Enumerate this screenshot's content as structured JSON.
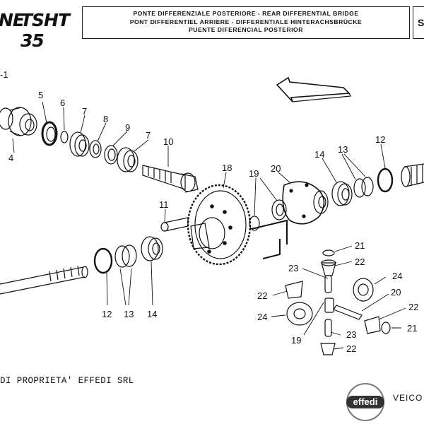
{
  "header": {
    "brand_prefix": "NE",
    "model": "TSHT 35",
    "title_lines": [
      "PONTE DIFFERENZIALE POSTERIORE - REAR DIFFERENTIAL BRIDGE",
      "PONT DIFFERENTIEL ARRIERE - DIFFERENTIALE HINTERACHSBRÜCKE",
      "PUENTE DIFERENCIAL POSTERIOR"
    ],
    "page_ref": "S"
  },
  "callouts": [
    {
      "id": "c-1",
      "label": "-1"
    },
    {
      "id": "c-5",
      "label": "5"
    },
    {
      "id": "c-6",
      "label": "6"
    },
    {
      "id": "c-7a",
      "label": "7"
    },
    {
      "id": "c-8",
      "label": "8"
    },
    {
      "id": "c-9",
      "label": "9"
    },
    {
      "id": "c-7b",
      "label": "7"
    },
    {
      "id": "c-4",
      "label": "4"
    },
    {
      "id": "c-10",
      "label": "10"
    },
    {
      "id": "c-18",
      "label": "18"
    },
    {
      "id": "c-19a",
      "label": "19"
    },
    {
      "id": "c-20a",
      "label": "20"
    },
    {
      "id": "c-14a",
      "label": "14"
    },
    {
      "id": "c-13a",
      "label": "13"
    },
    {
      "id": "c-12a",
      "label": "12"
    },
    {
      "id": "c-11",
      "label": "11"
    },
    {
      "id": "c-21a",
      "label": "21"
    },
    {
      "id": "c-22a",
      "label": "22"
    },
    {
      "id": "c-23a",
      "label": "23"
    },
    {
      "id": "c-24a",
      "label": "24"
    },
    {
      "id": "c-22b",
      "label": "22"
    },
    {
      "id": "c-20b",
      "label": "20"
    },
    {
      "id": "c-22c",
      "label": "22"
    },
    {
      "id": "c-24b",
      "label": "24"
    },
    {
      "id": "c-21b",
      "label": "21"
    },
    {
      "id": "c-23b",
      "label": "23"
    },
    {
      "id": "c-19b",
      "label": "19"
    },
    {
      "id": "c-22d",
      "label": "22"
    },
    {
      "id": "c-12b",
      "label": "12"
    },
    {
      "id": "c-13b",
      "label": "13"
    },
    {
      "id": "c-14b",
      "label": "14"
    }
  ],
  "footer": {
    "ownership_text": "DI PROPRIETA' EFFEDI SRL",
    "logo_text": "effedi",
    "brand_text": "VEICO"
  }
}
